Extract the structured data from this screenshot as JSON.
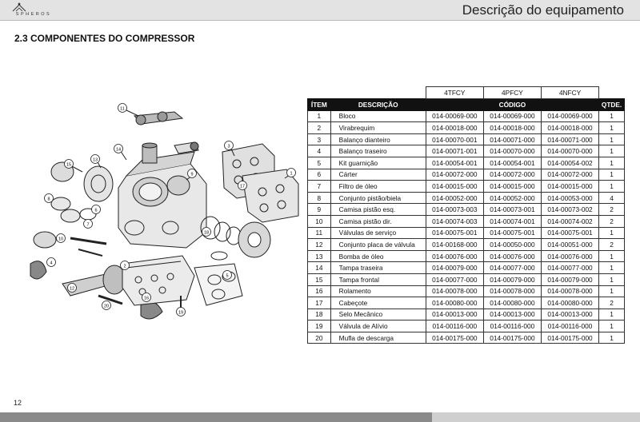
{
  "header": {
    "logo_text": "SPHEROS",
    "title": "Descrição do equipamento"
  },
  "section_title": "2.3  COMPONENTES DO COMPRESSOR",
  "drawing": {
    "callouts": [
      "11",
      "15",
      "13",
      "14",
      "9",
      "3",
      "1",
      "6",
      "8",
      "10",
      "7",
      "4",
      "2",
      "12",
      "16",
      "20",
      "17",
      "18",
      "19",
      "5"
    ]
  },
  "table": {
    "models": [
      "4TFCY",
      "4PFCY",
      "4NFCY"
    ],
    "headers": {
      "item": "ÍTEM",
      "description": "DESCRIÇÃO",
      "code": "CÓDIGO",
      "qty": "QTDE."
    },
    "rows": [
      {
        "item": "1",
        "desc": "Bloco",
        "c1": "014-00069-000",
        "c2": "014-00069-000",
        "c3": "014-00069-000",
        "qty": "1"
      },
      {
        "item": "2",
        "desc": "Virabrequim",
        "c1": "014-00018-000",
        "c2": "014-00018-000",
        "c3": "014-00018-000",
        "qty": "1"
      },
      {
        "item": "3",
        "desc": "Balanço dianteiro",
        "c1": "014-00070-001",
        "c2": "014-00071-000",
        "c3": "014-00071-000",
        "qty": "1"
      },
      {
        "item": "4",
        "desc": "Balanço traseiro",
        "c1": "014-00071-001",
        "c2": "014-00070-000",
        "c3": "014-00070-000",
        "qty": "1"
      },
      {
        "item": "5",
        "desc": "Kit guarnição",
        "c1": "014-00054-001",
        "c2": "014-00054-001",
        "c3": "014-00054-002",
        "qty": "1"
      },
      {
        "item": "6",
        "desc": "Cárter",
        "c1": "014-00072-000",
        "c2": "014-00072-000",
        "c3": "014-00072-000",
        "qty": "1"
      },
      {
        "item": "7",
        "desc": "Filtro de óleo",
        "c1": "014-00015-000",
        "c2": "014-00015-000",
        "c3": "014-00015-000",
        "qty": "1"
      },
      {
        "item": "8",
        "desc": "Conjunto pistão/biela",
        "c1": "014-00052-000",
        "c2": "014-00052-000",
        "c3": "014-00053-000",
        "qty": "4"
      },
      {
        "item": "9",
        "desc": "Camisa pistão esq.",
        "c1": "014-00073-003",
        "c2": "014-00073-001",
        "c3": "014-00073-002",
        "qty": "2"
      },
      {
        "item": "10",
        "desc": "Camisa pistão dir.",
        "c1": "014-00074-003",
        "c2": "014-00074-001",
        "c3": "014-00074-002",
        "qty": "2"
      },
      {
        "item": "11",
        "desc": "Válvulas de serviço",
        "c1": "014-00075-001",
        "c2": "014-00075-001",
        "c3": "014-00075-001",
        "qty": "1"
      },
      {
        "item": "12",
        "desc": "Conjunto placa de válvula",
        "c1": "014-00168-000",
        "c2": "014-00050-000",
        "c3": "014-00051-000",
        "qty": "2"
      },
      {
        "item": "13",
        "desc": "Bomba de óleo",
        "c1": "014-00076-000",
        "c2": "014-00076-000",
        "c3": "014-00076-000",
        "qty": "1"
      },
      {
        "item": "14",
        "desc": "Tampa traseira",
        "c1": "014-00079-000",
        "c2": "014-00077-000",
        "c3": "014-00077-000",
        "qty": "1"
      },
      {
        "item": "15",
        "desc": "Tampa frontal",
        "c1": "014-00077-000",
        "c2": "014-00079-000",
        "c3": "014-00079-000",
        "qty": "1"
      },
      {
        "item": "16",
        "desc": "Rolamento",
        "c1": "014-00078-000",
        "c2": "014-00078-000",
        "c3": "014-00078-000",
        "qty": "1"
      },
      {
        "item": "17",
        "desc": "Cabeçote",
        "c1": "014-00080-000",
        "c2": "014-00080-000",
        "c3": "014-00080-000",
        "qty": "2"
      },
      {
        "item": "18",
        "desc": "Selo Mecânico",
        "c1": "014-00013-000",
        "c2": "014-00013-000",
        "c3": "014-00013-000",
        "qty": "1"
      },
      {
        "item": "19",
        "desc": "Válvula de Alívio",
        "c1": "014-00116-000",
        "c2": "014-00116-000",
        "c3": "014-00116-000",
        "qty": "1"
      },
      {
        "item": "20",
        "desc": "Mufla de descarga",
        "c1": "014-00175-000",
        "c2": "014-00175-000",
        "c3": "014-00175-000",
        "qty": "1"
      }
    ]
  },
  "footer": {
    "page_number": "12"
  }
}
